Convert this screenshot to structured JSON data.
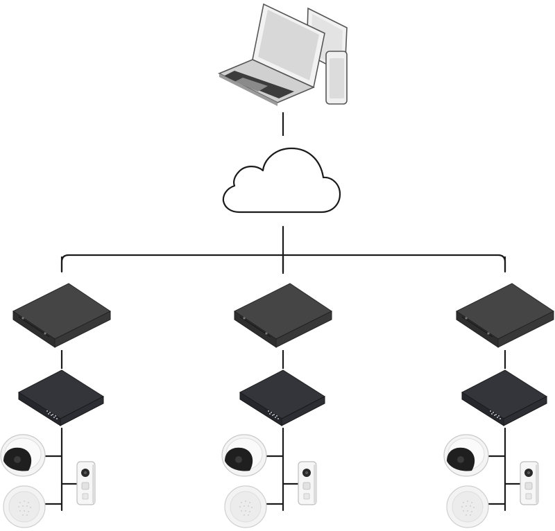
{
  "diagram": {
    "nodes": [
      {
        "id": "client-devices",
        "icon": "laptop-tablet-phone-icon"
      },
      {
        "id": "cloud",
        "icon": "cloud-icon"
      },
      {
        "id": "site-1",
        "devices": [
          "server-icon",
          "network-switch-icon",
          "dome-camera-icon",
          "intercom-icon",
          "speaker-icon"
        ]
      },
      {
        "id": "site-2",
        "devices": [
          "server-icon",
          "network-switch-icon",
          "dome-camera-icon",
          "intercom-icon",
          "speaker-icon"
        ]
      },
      {
        "id": "site-3",
        "devices": [
          "server-icon",
          "network-switch-icon",
          "dome-camera-icon",
          "intercom-icon",
          "speaker-icon"
        ]
      }
    ],
    "colors": {
      "line": "#1a1a1a",
      "device_dark": "#3a3a3a",
      "device_light": "#f2f2f2",
      "switch_top": "#33353b"
    }
  }
}
